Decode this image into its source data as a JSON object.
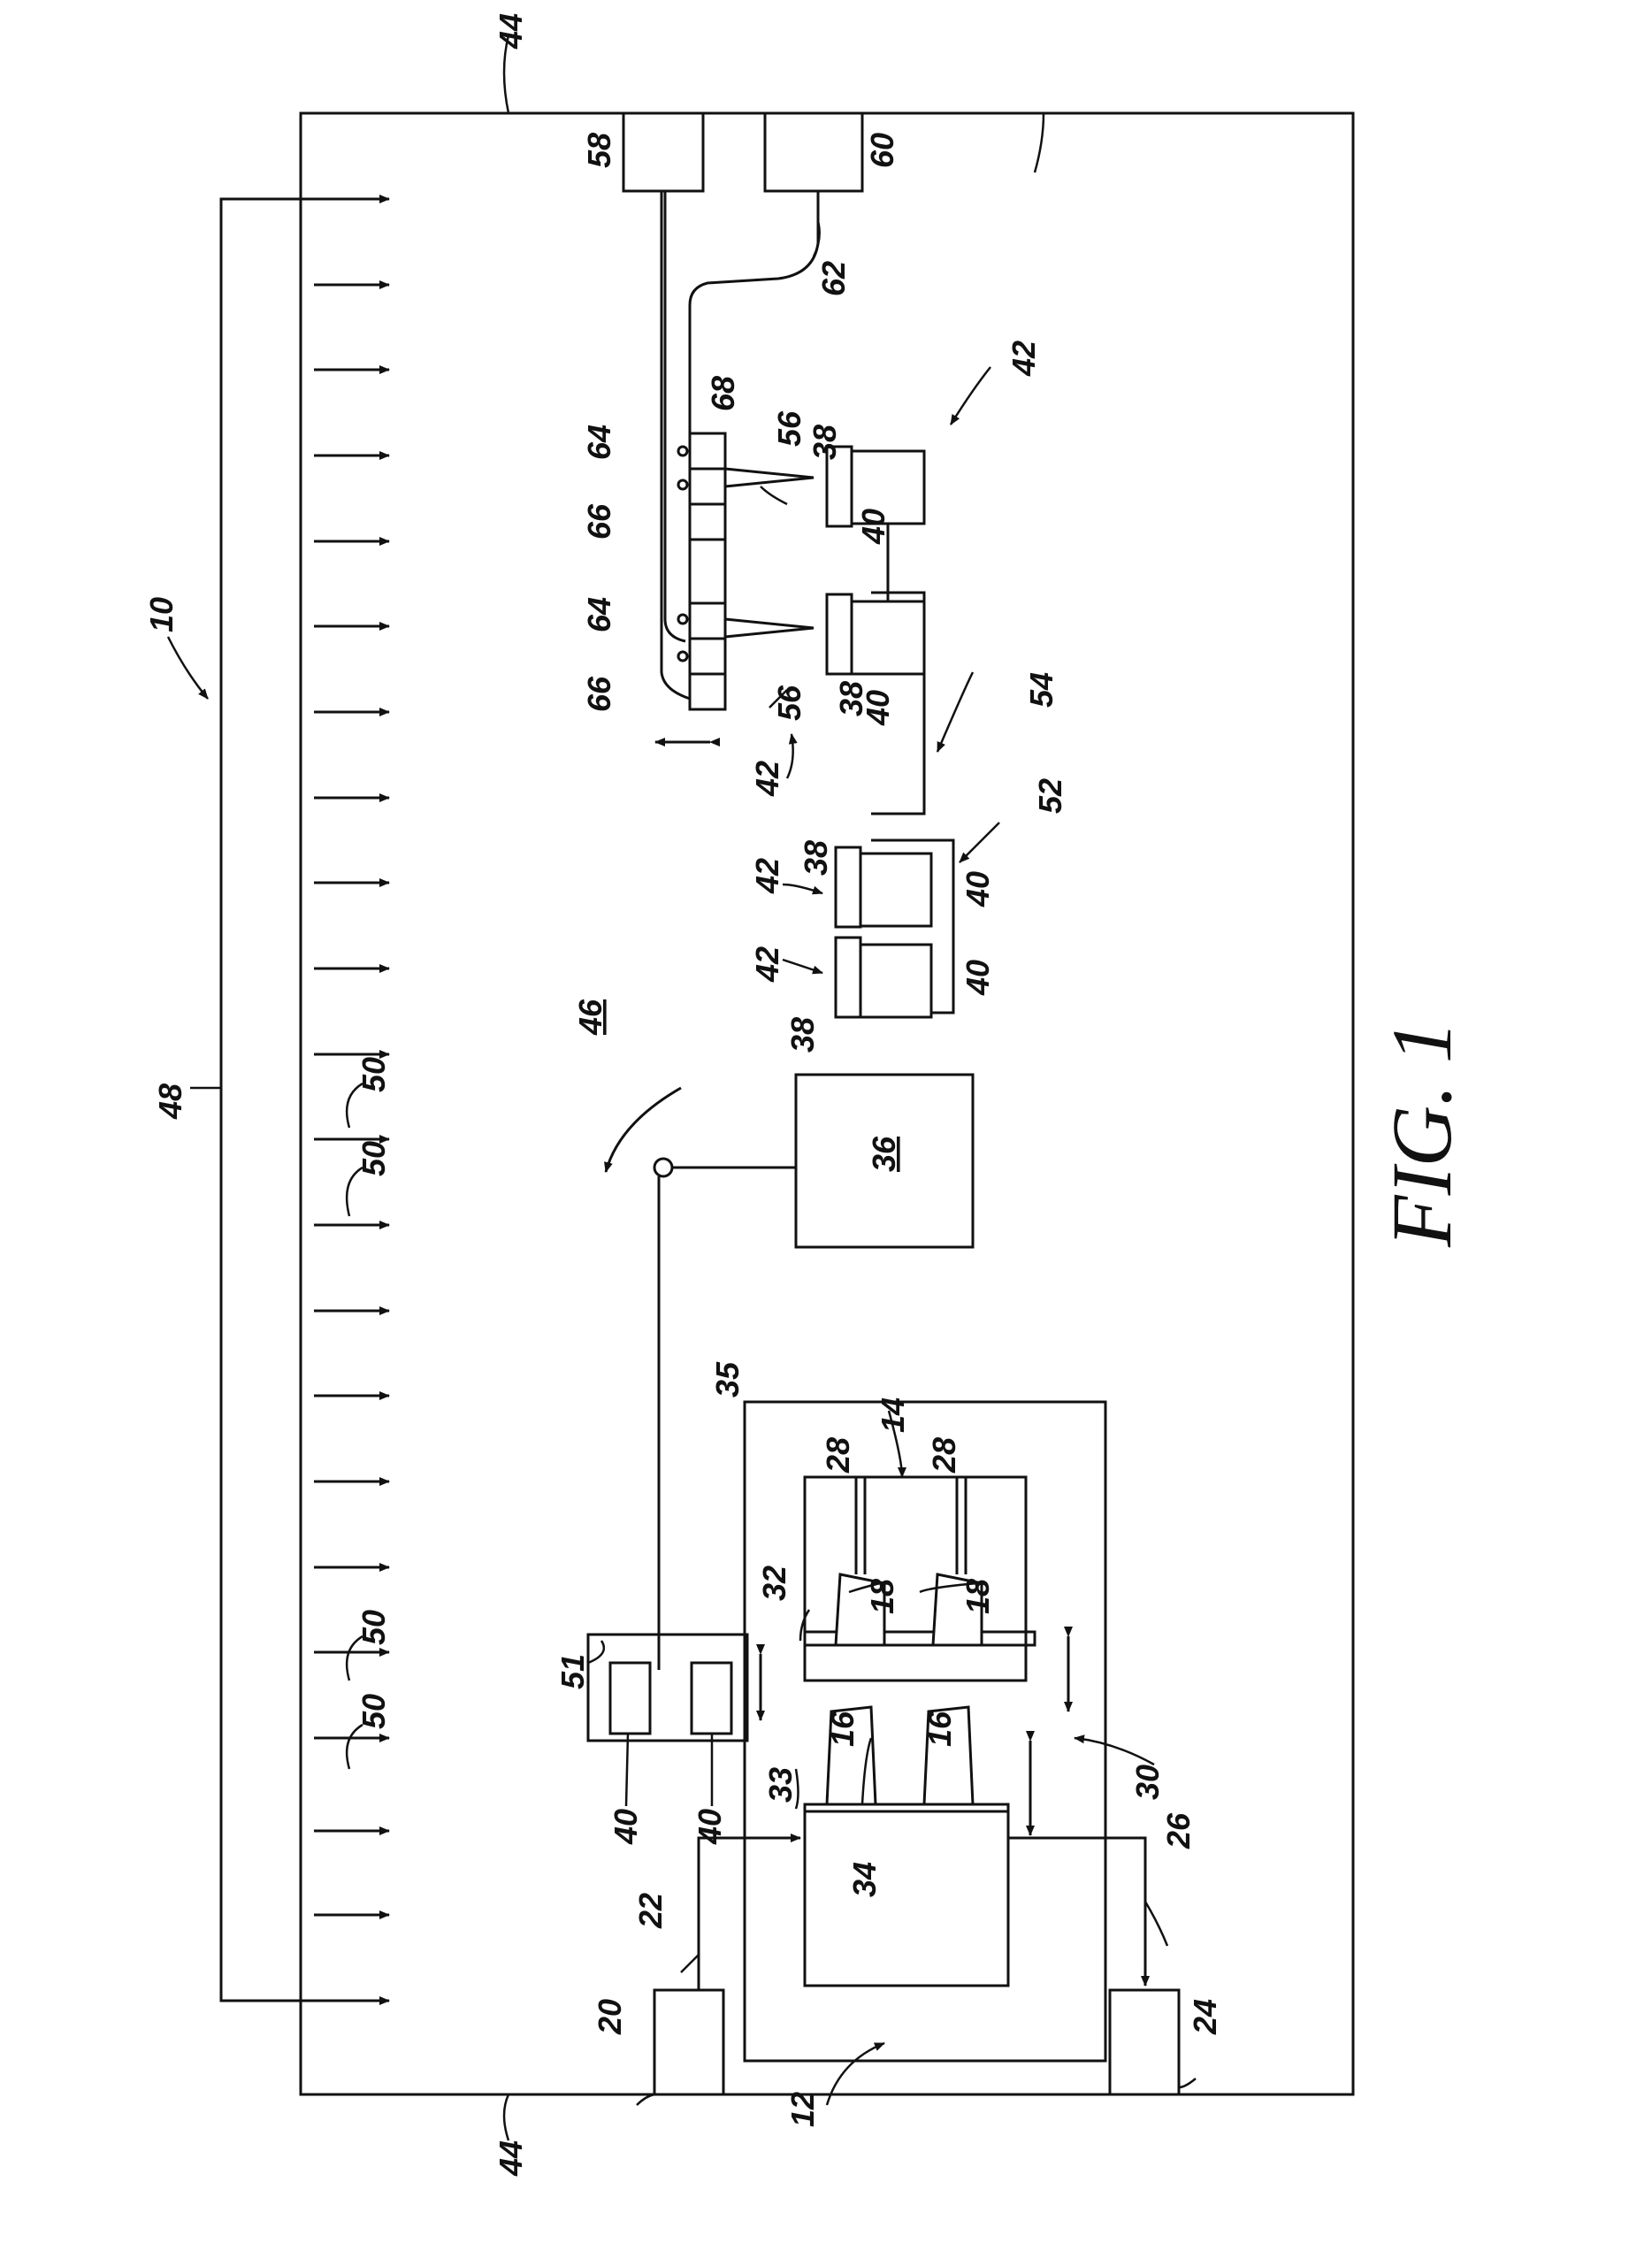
{
  "figure": {
    "caption": "FIG. 1",
    "labels": {
      "system": "10",
      "wall_a": "44",
      "wall_b": "44",
      "chamber": "46",
      "airflow_duct": "48",
      "airflow_1": "50",
      "airflow_2": "50",
      "airflow_3": "50",
      "airflow_4": "50",
      "controller_box": "51",
      "source_left": "58",
      "source_right": "60",
      "supply_line": "62",
      "station_a": "52",
      "station_b": "54",
      "robot": "36",
      "enclosure": "35",
      "die_upper": "14",
      "die_lower": "12",
      "feed_unit": "20",
      "feed_line": "22",
      "return_unit": "24",
      "return_line": "26",
      "gap": "30",
      "platen_upper": "32",
      "platen_lower": "33",
      "base": "34",
      "mold_u1": "18",
      "mold_u2": "18",
      "rod_1": "28",
      "rod_2": "28",
      "mold_l1": "16",
      "mold_l2": "16",
      "part_40_a": "40",
      "part_40_b": "40",
      "part_40_c": "40",
      "part_40_d": "40",
      "part_40_e": "40",
      "part_40_f": "40",
      "part_38_a": "38",
      "part_38_b": "38",
      "part_38_c": "38",
      "part_38_d": "38",
      "assy_42_a": "42",
      "assy_42_b": "42",
      "assy_42_c": "42",
      "assy_42_d": "42",
      "nozzle_56_a": "56",
      "nozzle_56_b": "56",
      "head_64_a": "64",
      "head_64_b": "64",
      "head_66_a": "66",
      "head_66_b": "66",
      "manifold_68": "68"
    }
  }
}
